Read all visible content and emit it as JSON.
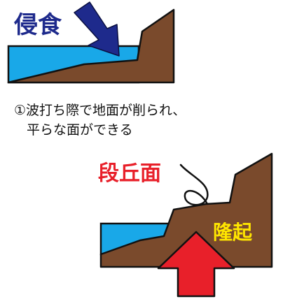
{
  "labels": {
    "erosion": "侵食",
    "caption_line1": "①波打ち際で地面が削られ、",
    "caption_line2": "平らな面ができる",
    "terrace": "段丘面",
    "uplift": "隆起"
  },
  "colors": {
    "water": "#19a8e8",
    "land": "#7a4a2c",
    "outline": "#111111",
    "erosion_arrow": "#1e2a8c",
    "erosion_text": "#1e2a8c",
    "terrace_text": "#e8202a",
    "uplift_arrow": "#e8202a",
    "uplift_text": "#ffe600"
  }
}
